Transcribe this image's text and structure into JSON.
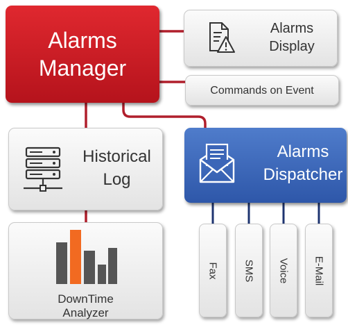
{
  "nodes": {
    "alarms_manager": {
      "label_line1": "Alarms",
      "label_line2": "Manager"
    },
    "alarms_display": {
      "label_line1": "Alarms",
      "label_line2": "Display",
      "icon": "document-warning-icon"
    },
    "commands_on_event": {
      "label": "Commands on Event"
    },
    "historical_log": {
      "label_line1": "Historical",
      "label_line2": "Log",
      "icon": "server-monitor-icon"
    },
    "alarms_dispatcher": {
      "label_line1": "Alarms",
      "label_line2": "Dispatcher",
      "icon": "envelope-icon"
    },
    "downtime_analyzer": {
      "label_line1": "DownTime",
      "label_line2": "Analyzer",
      "icon": "bar-chart-icon"
    }
  },
  "channels": [
    "Fax",
    "SMS",
    "Voice",
    "E-Mail"
  ],
  "colors": {
    "manager_red": "#c81d25",
    "connector_red": "#b01f2c",
    "dispatcher_blue": "#3c66b8",
    "connector_navy": "#1e3470",
    "analyzer_orange": "#f26a21",
    "analyzer_grey": "#555555"
  }
}
